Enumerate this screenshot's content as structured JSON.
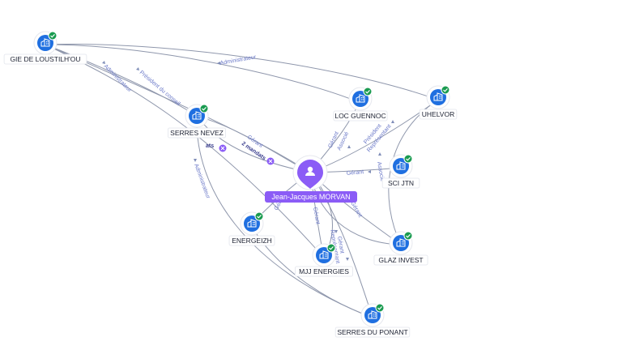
{
  "person": {
    "name": "Jean-Jacques MORVAN",
    "icon": "person-icon",
    "color": "#8b5cf6"
  },
  "companies": [
    {
      "id": "gie",
      "name": "GIE DE LOUSTILH'OU",
      "icon": "building-icon"
    },
    {
      "id": "serres-nevez",
      "name": "SERRES NEVEZ",
      "icon": "building-icon"
    },
    {
      "id": "loc-guennoc",
      "name": "LOC GUENNOC",
      "icon": "building-icon"
    },
    {
      "id": "uhelvor",
      "name": "UHELVOR",
      "icon": "building-icon"
    },
    {
      "id": "sci-jtn",
      "name": "SCI JTN",
      "icon": "building-icon"
    },
    {
      "id": "glaz-invest",
      "name": "GLAZ INVEST",
      "icon": "building-icon"
    },
    {
      "id": "energeizh",
      "name": "ENERGEIZH",
      "icon": "building-icon"
    },
    {
      "id": "mjj-energies",
      "name": "MJJ ENERGIES",
      "icon": "building-icon"
    },
    {
      "id": "serres-du-ponant",
      "name": "SERRES DU PONANT",
      "icon": "building-icon"
    }
  ],
  "relations": [
    {
      "from": "gie",
      "to": "uhelvor",
      "label": "Administrateur"
    },
    {
      "from": "gie",
      "to": "serres-nevez",
      "label": "Administrateur"
    },
    {
      "from": "gie",
      "to": "mjj-energies",
      "label": "Président du conseil"
    },
    {
      "from": "serres-nevez",
      "to": "person",
      "label": "Gérant"
    },
    {
      "from": "serres-nevez",
      "to": "person",
      "label": "2 mandats"
    },
    {
      "from": "serres-nevez",
      "to": "serres-du-ponant",
      "label": "Administrateur"
    },
    {
      "from": "loc-guennoc",
      "to": "person",
      "label": "Gérant"
    },
    {
      "from": "loc-guennoc",
      "to": "person",
      "label": "Associé"
    },
    {
      "from": "uhelvor",
      "to": "person",
      "label": "Président"
    },
    {
      "from": "uhelvor",
      "to": "person",
      "label": "Représentant"
    },
    {
      "from": "sci-jtn",
      "to": "person",
      "label": "Gérant"
    },
    {
      "from": "uhelvor",
      "to": "glaz-invest",
      "label": "Associé"
    },
    {
      "from": "glaz-invest",
      "to": "person",
      "label": "Gérant"
    },
    {
      "from": "energeizh",
      "to": "person",
      "label": "Gérant"
    },
    {
      "from": "mjj-energies",
      "to": "person",
      "label": "Gérant"
    },
    {
      "from": "mjj-energies",
      "to": "person",
      "label": "Gérant"
    },
    {
      "from": "mjj-energies",
      "to": "person",
      "label": "Représentant"
    }
  ],
  "badges": {
    "mandats_partial": "ats"
  }
}
